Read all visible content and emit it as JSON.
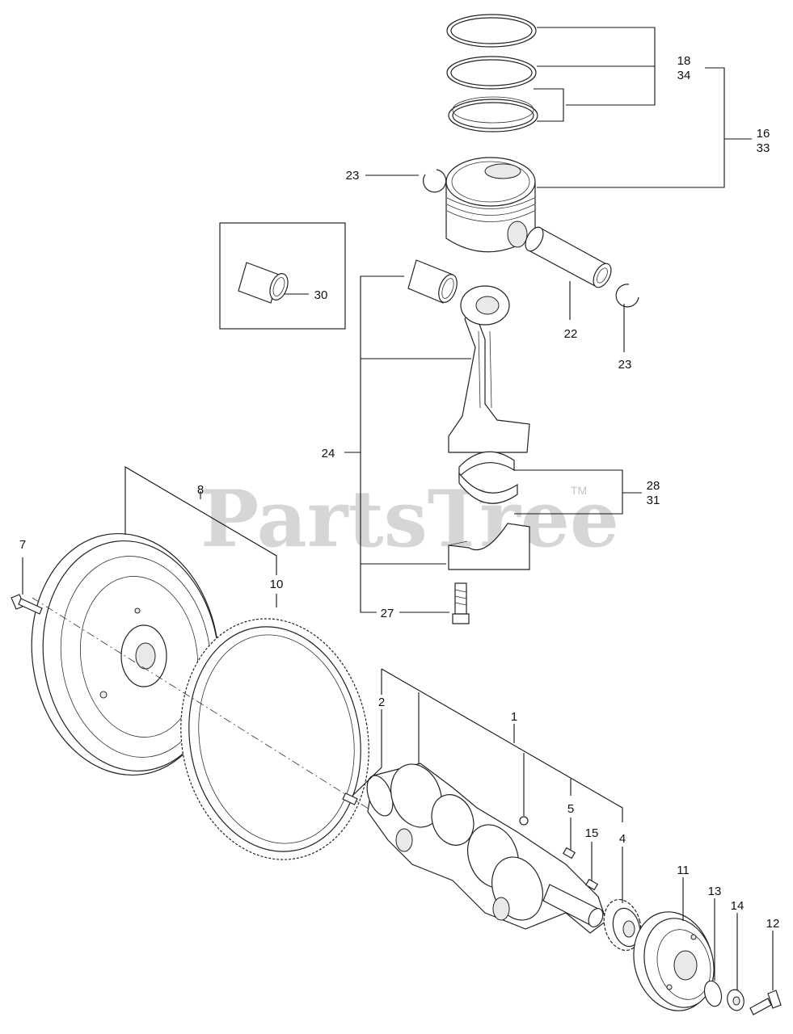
{
  "watermark": {
    "text": "PartsTree",
    "trademark": "TM"
  },
  "callouts": {
    "c1": "1",
    "c2": "2",
    "c4": "4",
    "c5": "5",
    "c7": "7",
    "c8": "8",
    "c10": "10",
    "c11": "11",
    "c12": "12",
    "c13": "13",
    "c14": "14",
    "c15": "15",
    "c16": "16",
    "c18": "18",
    "c22": "22",
    "c23a": "23",
    "c23b": "23",
    "c24": "24",
    "c27": "27",
    "c28": "28",
    "c30": "30",
    "c31": "31",
    "c33": "33",
    "c34": "34"
  }
}
